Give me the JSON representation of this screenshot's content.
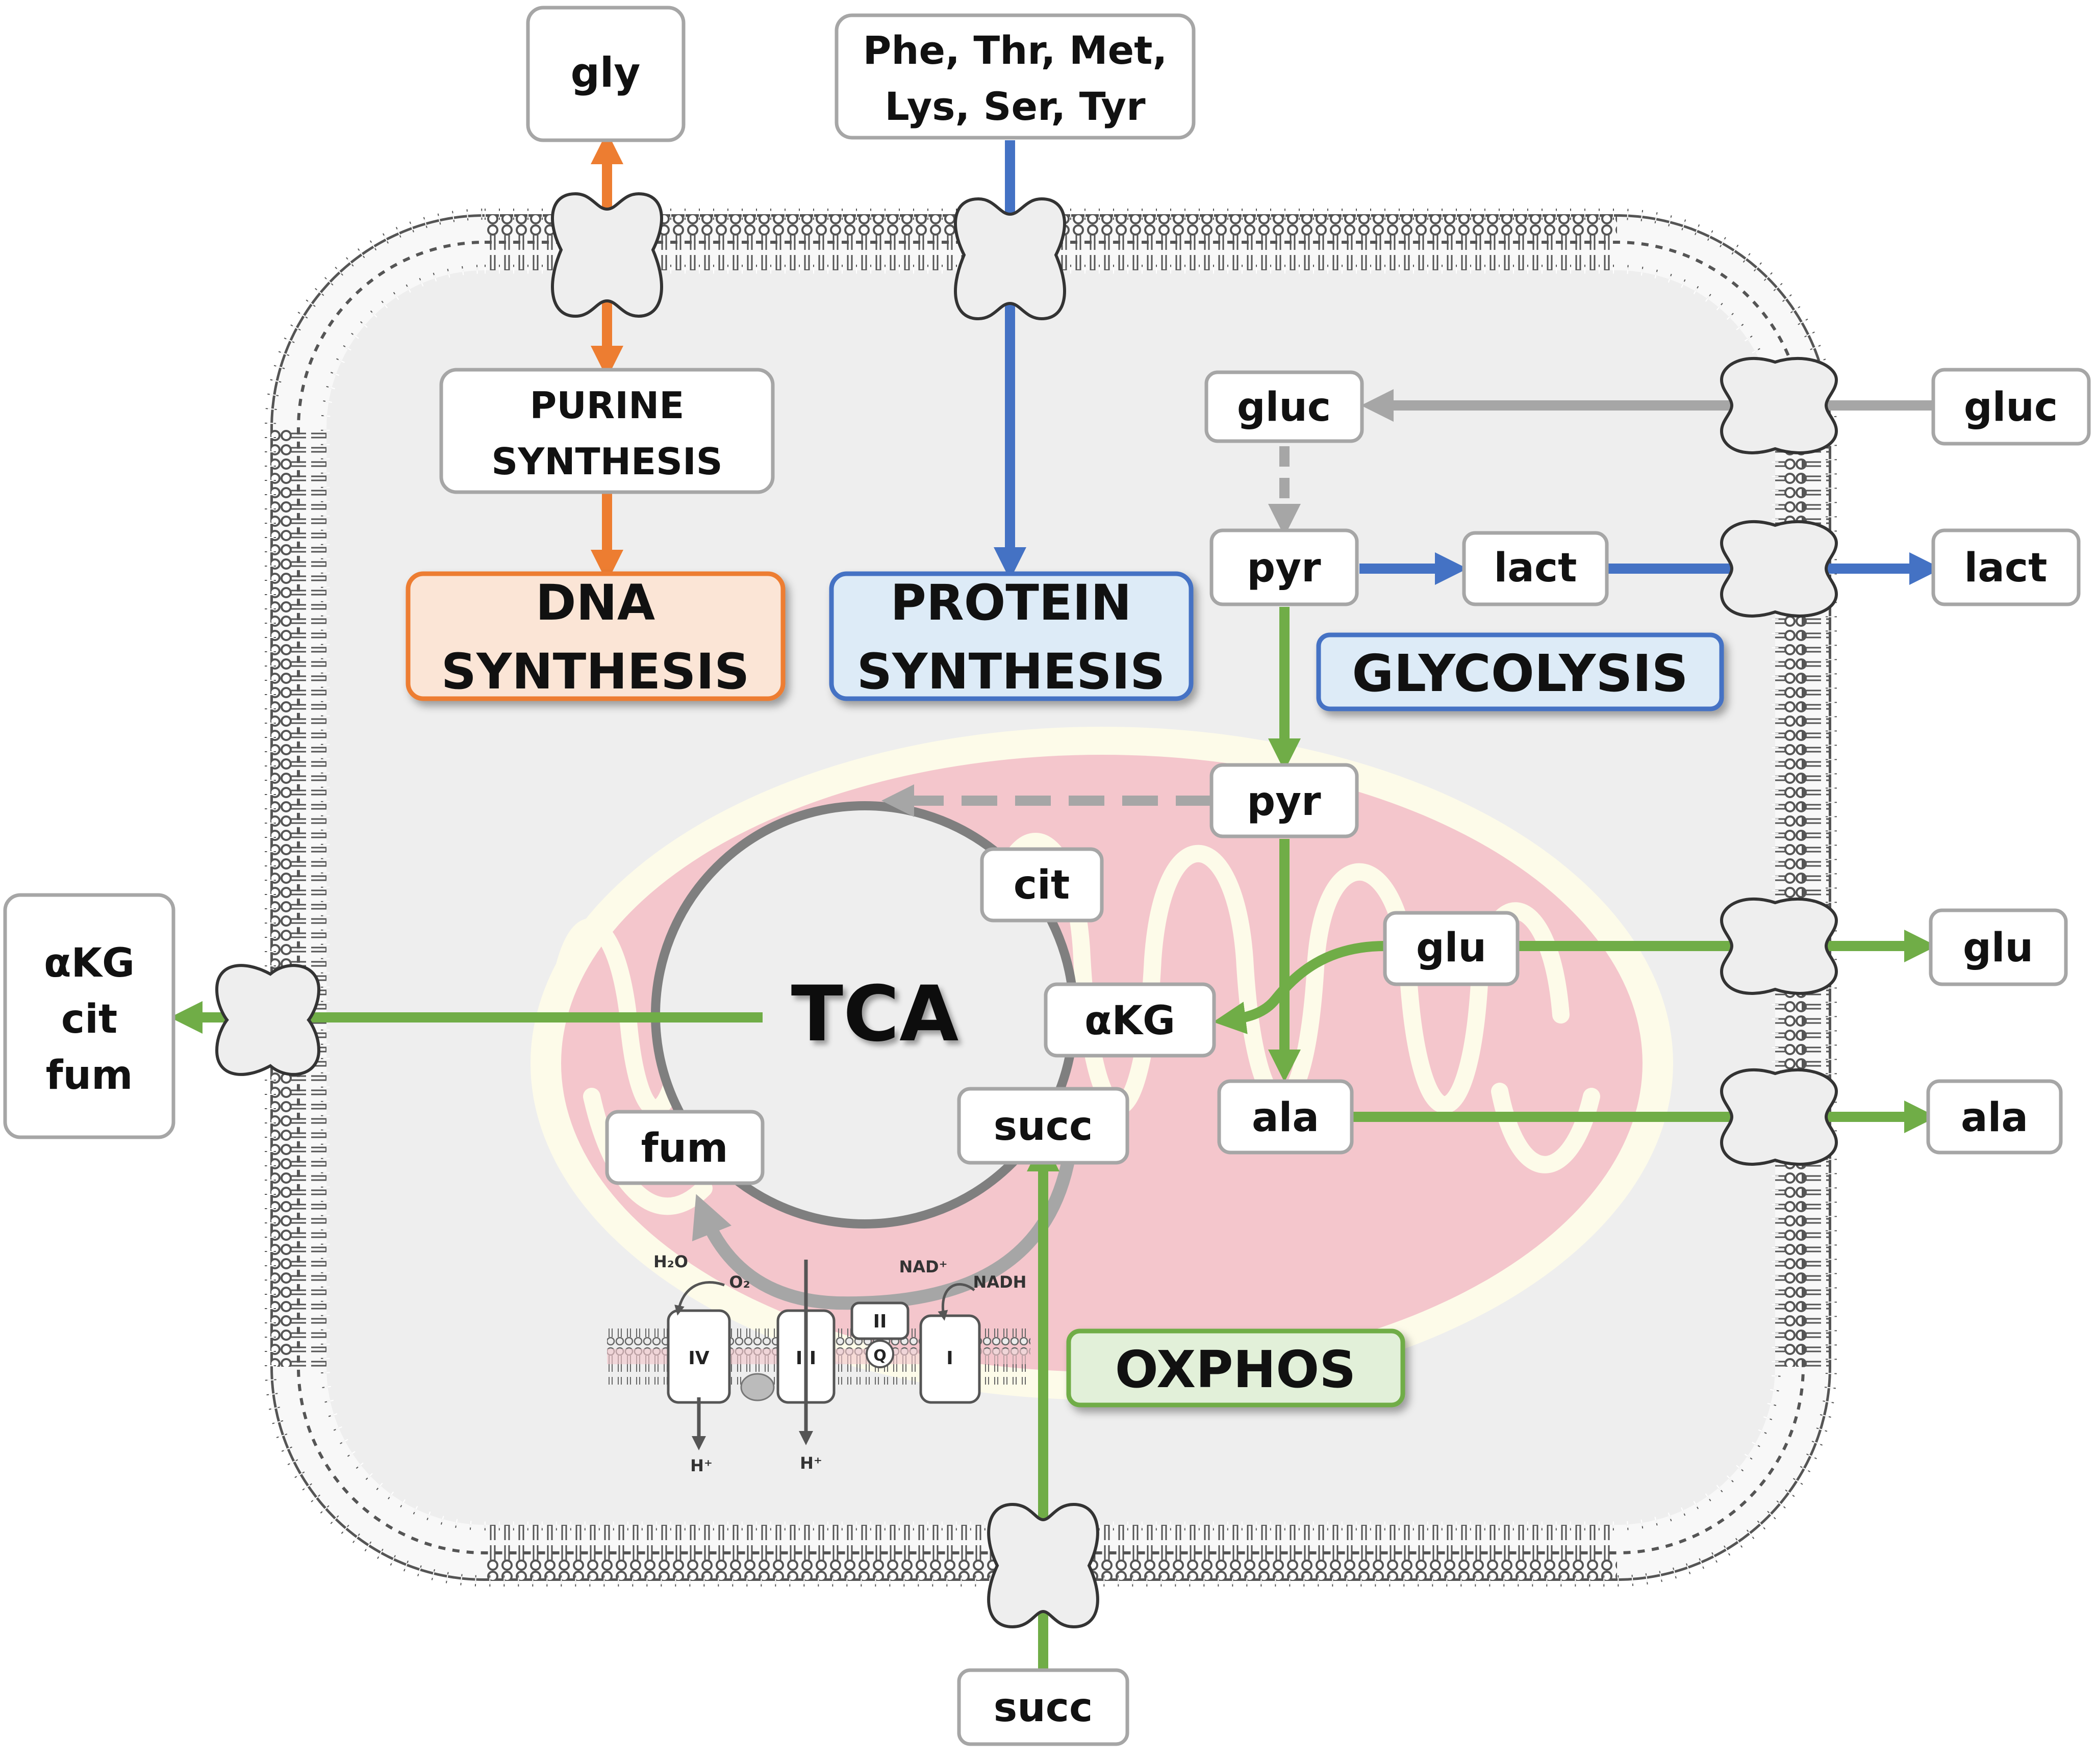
{
  "colors": {
    "orange": "#ed7d31",
    "blue": "#4472c4",
    "green": "#70ad47",
    "grey_arrow": "#a6a6a6",
    "cytoplasm": "#eeeeee",
    "membrane": "#555555",
    "mito_fill": "#f4c6cc",
    "mito_border": "#fdfbe9",
    "dna_box_fill": "#fbe5d6",
    "protein_box_fill": "#ddebf7",
    "glycolysis_box_fill": "#ddebf7",
    "oxphos_box_fill": "#e2f0d9"
  },
  "labels": {
    "gly": "gly",
    "aa_line1": "Phe, Thr, Met,",
    "aa_line2": "Lys, Ser, Tyr",
    "purine_line1": "PURINE",
    "purine_line2": "SYNTHESIS",
    "dna_line1": "DNA",
    "dna_line2": "SYNTHESIS",
    "protein_line1": "PROTEIN",
    "protein_line2": "SYNTHESIS",
    "gluc_in": "gluc",
    "gluc_out": "gluc",
    "pyr_cyto": "pyr",
    "lact_in": "lact",
    "lact_out": "lact",
    "glycolysis": "GLYCOLYSIS",
    "pyr_mito": "pyr",
    "cit": "cit",
    "tca": "TCA",
    "akg": "αKG",
    "glu_in": "glu",
    "glu_out": "glu",
    "ala_in": "ala",
    "ala_out": "ala",
    "succ_in": "succ",
    "succ_out": "succ",
    "fum": "fum",
    "export_akg": "αKG",
    "export_cit": "cit",
    "export_fum": "fum",
    "oxphos": "OXPHOS",
    "complex_iv": "IV",
    "complex_iii": "III",
    "complex_ii": "II",
    "complex_i": "I",
    "q": "Q",
    "h2o": "H₂O",
    "o2": "O₂",
    "nad": "NAD⁺",
    "nadh": "NADH",
    "h_plus_1": "H⁺",
    "h_plus_2": "H⁺"
  }
}
